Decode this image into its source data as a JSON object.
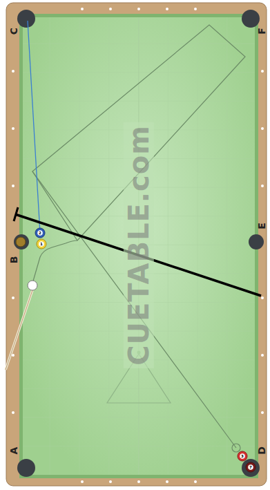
{
  "diagram": {
    "labels": [
      "C",
      "F",
      "B",
      "E",
      "A",
      "D",
      "2",
      "1",
      "3",
      "7",
      "CUETABLE.com"
    ]
  }
}
